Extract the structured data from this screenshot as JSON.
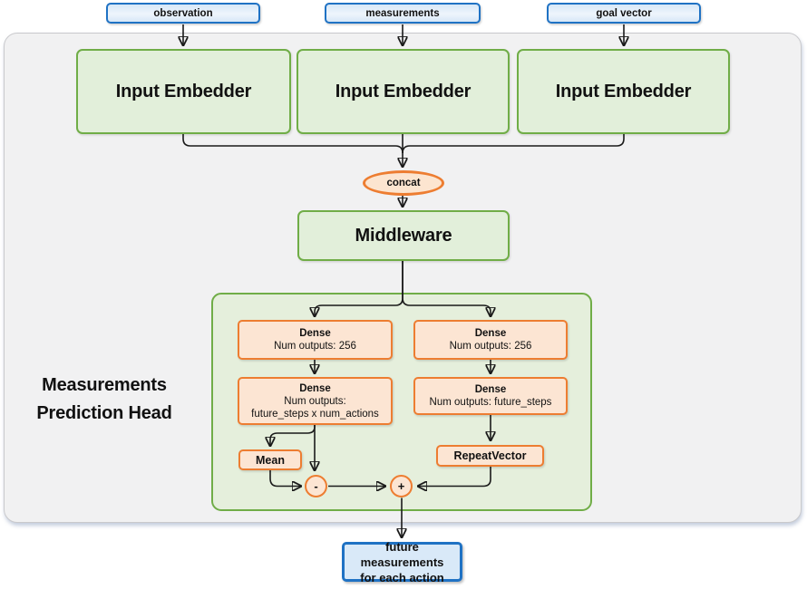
{
  "palette": {
    "blue_border": "#1f72c4",
    "blue_fill": "#d7e7f7",
    "green_border": "#70ad47",
    "green_fill": "#e2efda",
    "orange_border": "#ed7d31",
    "orange_fill": "#fce5d3",
    "frame_fill": "#f1f1f2",
    "wire": "#1a1a1a"
  },
  "inputs": [
    {
      "label": "observation"
    },
    {
      "label": "measurements"
    },
    {
      "label": "goal vector"
    }
  ],
  "embedders": [
    {
      "label": "Input Embedder"
    },
    {
      "label": "Input Embedder"
    },
    {
      "label": "Input Embedder"
    }
  ],
  "concat_label": "concat",
  "middleware_label": "Middleware",
  "head": {
    "label_line1": "Measurements",
    "label_line2": "Prediction Head",
    "left": {
      "dense1_title": "Dense",
      "dense1_sub": "Num outputs: 256",
      "dense2_title": "Dense",
      "dense2_sub1": "Num outputs:",
      "dense2_sub2": "future_steps x num_actions",
      "mean_label": "Mean",
      "minus_label": "-"
    },
    "right": {
      "dense1_title": "Dense",
      "dense1_sub": "Num outputs: 256",
      "dense2_title": "Dense",
      "dense2_sub": "Num outputs: future_steps",
      "repeat_label": "RepeatVector",
      "plus_label": "+"
    }
  },
  "output": {
    "line1": "future measurements",
    "line2": "for each action"
  }
}
